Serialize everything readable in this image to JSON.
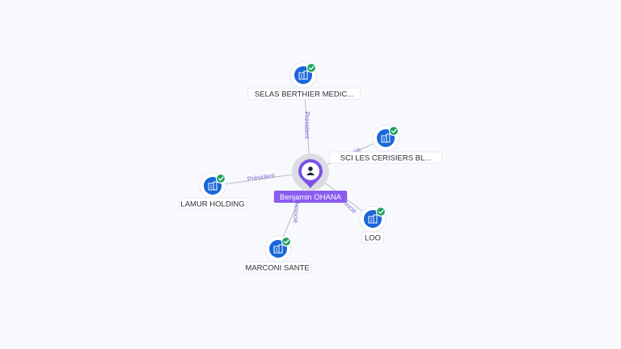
{
  "person": {
    "name": "Benjamin OHANA"
  },
  "companies": [
    {
      "id": "selas",
      "name": "SELAS BERTHIER MEDIC...",
      "relation": "Président"
    },
    {
      "id": "sci",
      "name": "SCI LES CERISIERS BL...",
      "relation": "Associé"
    },
    {
      "id": "lamur",
      "name": "LAMUR HOLDING",
      "relation": "Président"
    },
    {
      "id": "loo",
      "name": "LOO",
      "relation": "Associé"
    },
    {
      "id": "marconi",
      "name": "MARCONI SANTE",
      "relation": "Associé"
    }
  ],
  "colors": {
    "company_node": "#1a66d9",
    "verified_badge": "#1aa15a",
    "person_pin": "#7b52e6",
    "person_label": "#8a5cf0",
    "relation_text": "#7b6fd6"
  },
  "icons": {
    "company": "building-icon",
    "verified": "check-badge-icon",
    "person": "user-icon"
  }
}
